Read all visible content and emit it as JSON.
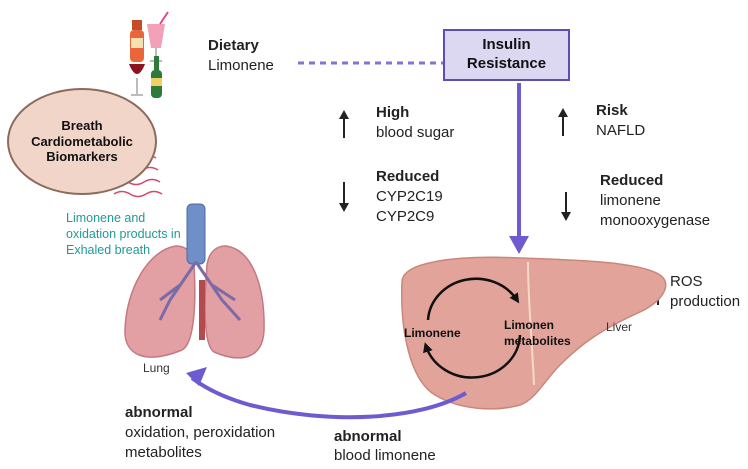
{
  "dietary": {
    "title": "Dietary",
    "subtitle": "Limonene"
  },
  "insulin_box": {
    "line1": "Insulin",
    "line2": "Resistance"
  },
  "breath_circle": {
    "line1": "Breath",
    "line2": "Cardiometabolic",
    "line3": "Biomarkers"
  },
  "high_blood_sugar": {
    "title": "High",
    "subtitle": "blood sugar"
  },
  "reduced_cyp": {
    "title": "Reduced",
    "line1": "CYP2C19",
    "line2": "CYP2C9"
  },
  "risk_nafld": {
    "title": "Risk",
    "subtitle": "NAFLD"
  },
  "reduced_mono": {
    "title": "Reduced",
    "line1": "limonene",
    "line2": "monooxygenase"
  },
  "ros": {
    "line1": "ROS",
    "line2": "production"
  },
  "exhaled": {
    "line1": "Limonene and",
    "line2": "oxidation products in",
    "line3": "Exhaled breath"
  },
  "liver": {
    "label": "Liver",
    "limonene": "Limonene",
    "metab1": "Limonen",
    "metab2": "metabolites"
  },
  "lung": {
    "label": "Lung"
  },
  "abnormal_oxidation": {
    "title": "abnormal",
    "line1": "oxidation, peroxidation",
    "line2": "metabolites"
  },
  "abnormal_blood": {
    "title": "abnormal",
    "subtitle": "blood limonene"
  },
  "colors": {
    "accent": "#5a4fb3",
    "box_fill": "#dcd8f2",
    "exhaled_text": "#1f9a96",
    "liver": "#e2a49a",
    "lung": "#e3a0a4",
    "trachea": "#6f8fc9"
  }
}
